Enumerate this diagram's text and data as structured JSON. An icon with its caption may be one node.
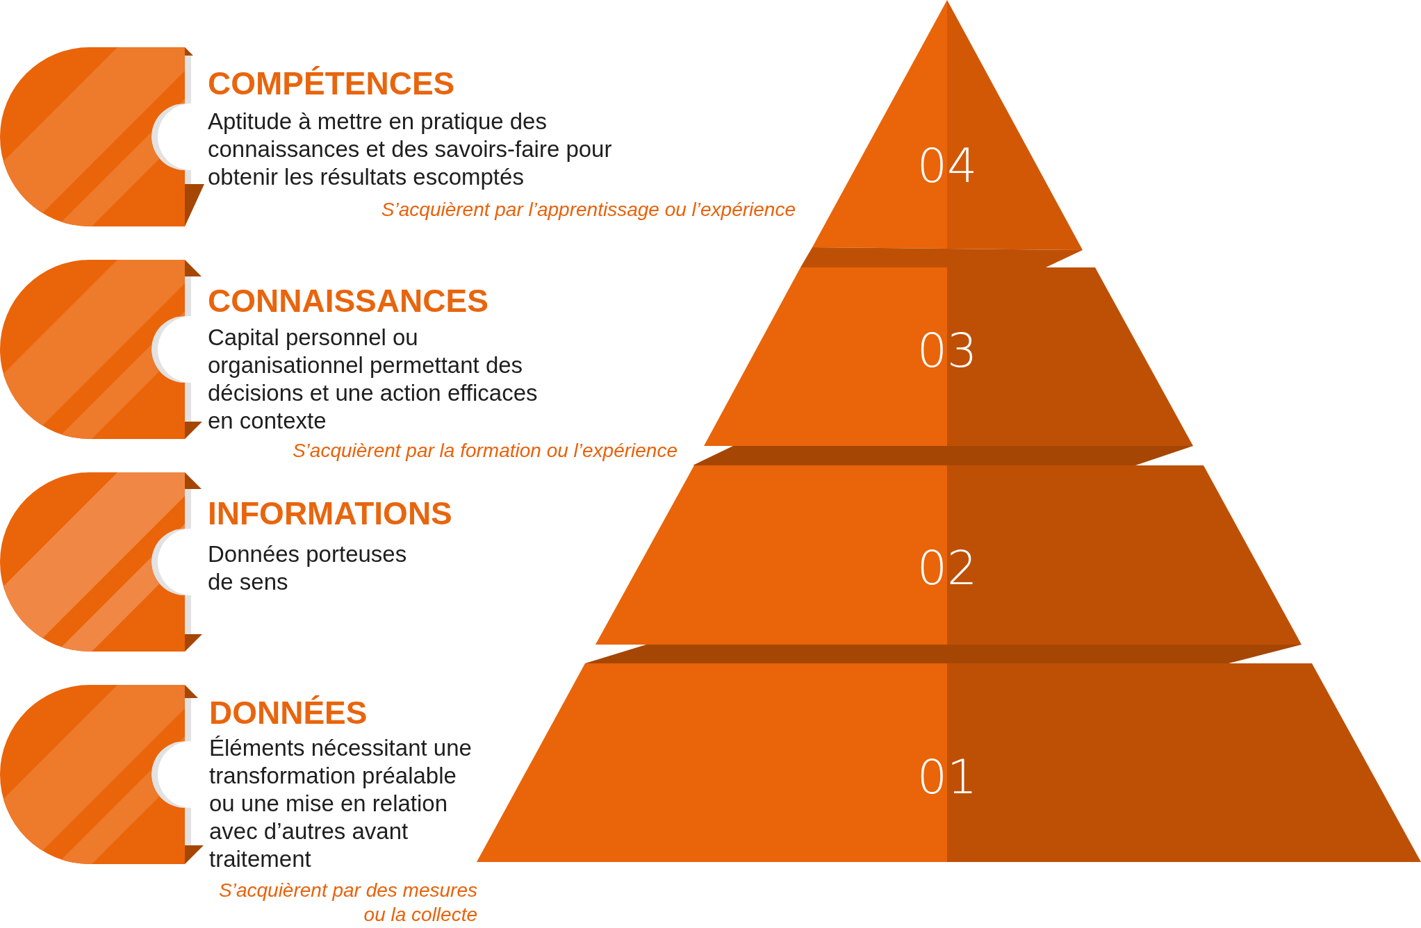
{
  "diagram": {
    "nodes": [
      {
        "text": [
          "COMPÉTENCES",
          "Aptitude à mettre en pratique des connaissances et des savoirs-faire pour obtenir les résultats escomptés"
        ]
      },
      {
        "text": [
          "CONNAISSANCES",
          "Capital personnel ou organisationnel permettant des décisions et une action efficaces en contexte"
        ]
      },
      {
        "text": [
          "INFORMATIONS",
          "Données porteuses de sens"
        ]
      },
      {
        "text": [
          "DONNÉES",
          "Éléments nécessitant une transformation préalable ou une mise en relation avec d’autres avant traitement"
        ]
      },
      {
        "text": [
          "04"
        ]
      },
      {
        "text": [
          "03"
        ]
      },
      {
        "text": [
          "02"
        ]
      },
      {
        "text": [
          "01"
        ]
      }
    ],
    "labels": [
      "S’acquièrent par l’apprentissage ou l’expérience",
      "S’acquièrent par la formation ou l’expérience",
      "S’acquièrent par des mesures ou la collecte"
    ]
  }
}
